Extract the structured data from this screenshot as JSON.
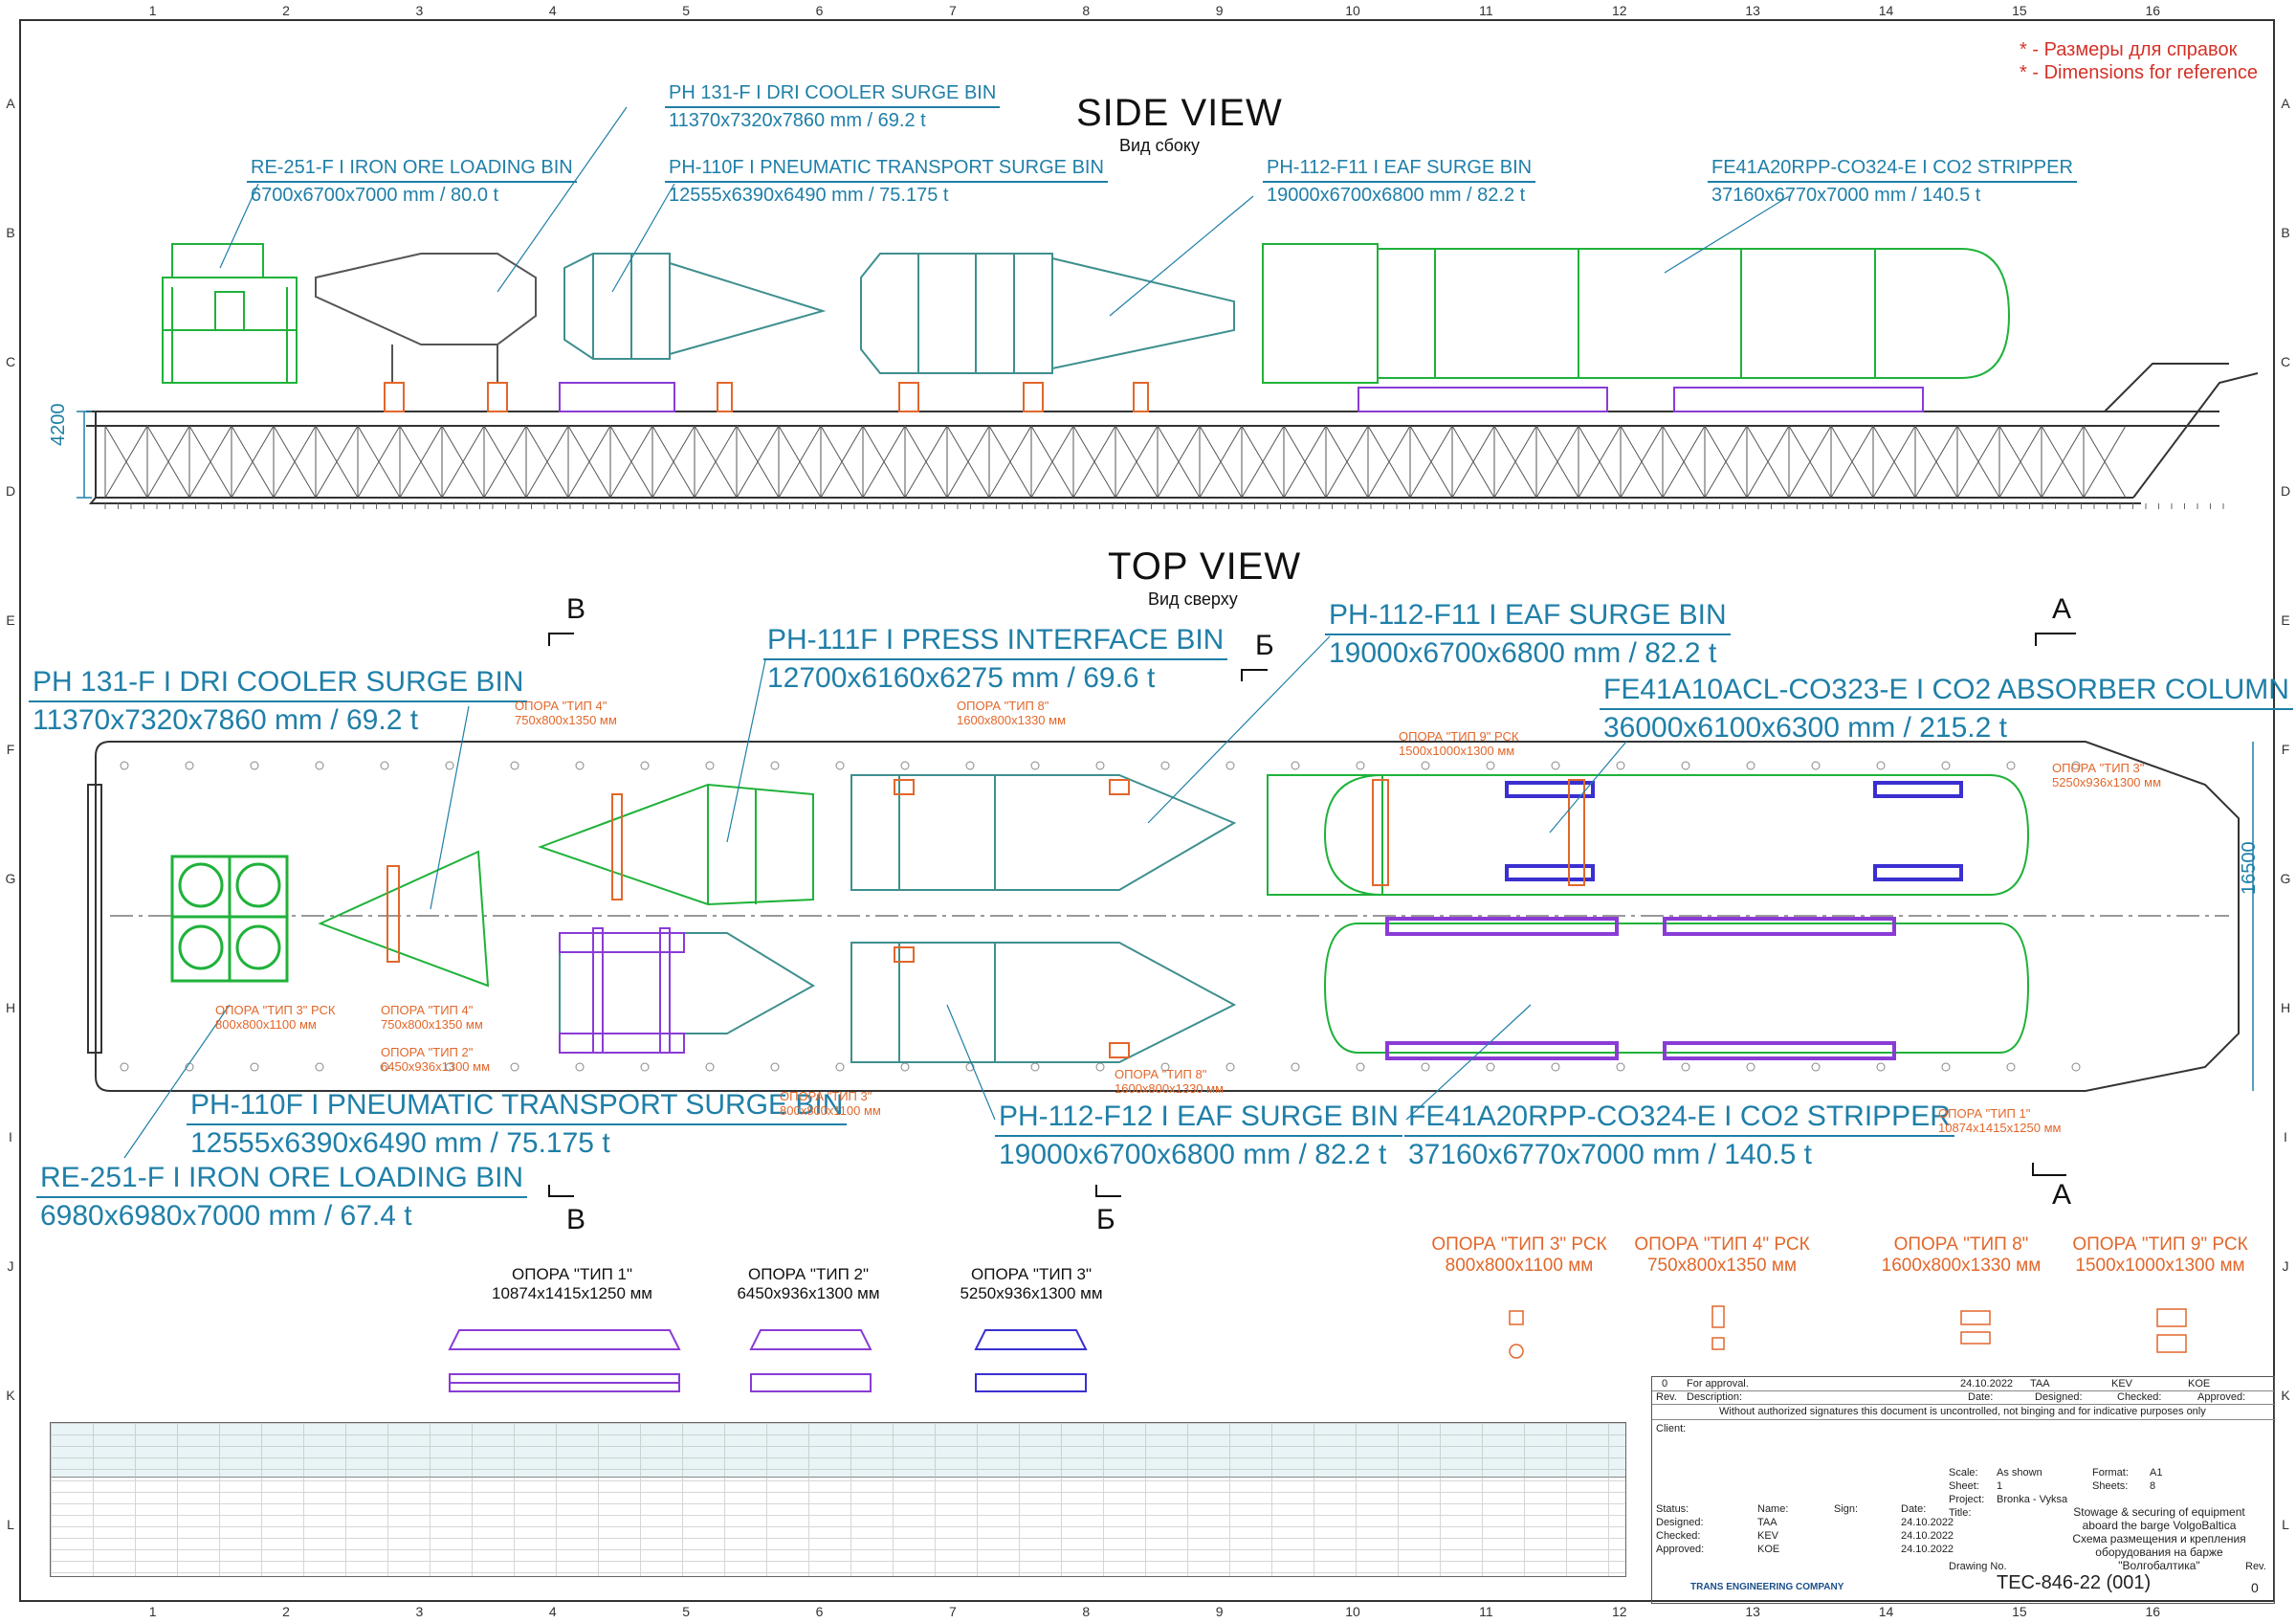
{
  "reference_note": {
    "ru": "* - Размеры для справок",
    "en": "* - Dimensions for reference"
  },
  "grid": {
    "columns": [
      "1",
      "2",
      "3",
      "4",
      "5",
      "6",
      "7",
      "8",
      "9",
      "10",
      "11",
      "12",
      "13",
      "14",
      "15",
      "16"
    ],
    "rows": [
      "A",
      "B",
      "C",
      "D",
      "E",
      "F",
      "G",
      "H",
      "I",
      "J",
      "K",
      "L"
    ]
  },
  "side_view": {
    "title": "SIDE VIEW",
    "subtitle": "Вид сбоку",
    "height_dim": "4200",
    "labels": [
      {
        "name": "PH 131-F I DRI COOLER SURGE BIN",
        "dims": "11370x7320x7860 mm / 69.2 t"
      },
      {
        "name": "RE-251-F I IRON ORE LOADING BIN",
        "dims": "6700x6700x7000 mm / 80.0 t"
      },
      {
        "name": "PH-110F I PNEUMATIC TRANSPORT SURGE BIN",
        "dims": "12555x6390x6490 mm / 75.175 t"
      },
      {
        "name": "PH-112-F11 I EAF SURGE BIN",
        "dims": "19000x6700x6800 mm / 82.2 t"
      },
      {
        "name": "FE41A20RPP-CO324-E I CO2 STRIPPER",
        "dims": "37160x6770x7000 mm / 140.5 t"
      }
    ]
  },
  "top_view": {
    "title": "TOP VIEW",
    "subtitle": "Вид сверху",
    "width_dim": "16500",
    "labels": [
      {
        "name": "PH 131-F I DRI COOLER SURGE BIN",
        "dims": "11370x7320x7860 mm / 69.2 t"
      },
      {
        "name": "PH-111F I PRESS INTERFACE BIN",
        "dims": "12700x6160x6275 mm / 69.6 t"
      },
      {
        "name": "PH-112-F11 I EAF SURGE BIN",
        "dims": "19000x6700x6800 mm / 82.2 t"
      },
      {
        "name": "FE41A10ACL-CO323-E I CO2 ABSORBER COLUMN",
        "dims": "36000x6100x6300 mm / 215.2 t"
      },
      {
        "name": "PH-110F I PNEUMATIC TRANSPORT SURGE BIN",
        "dims": "12555x6390x6490 mm / 75.175 t"
      },
      {
        "name": "RE-251-F I IRON ORE LOADING BIN",
        "dims": "6980x6980x7000 mm / 67.4 t"
      },
      {
        "name": "PH-112-F12 I EAF SURGE BIN",
        "dims": "19000x6700x6800 mm / 82.2 t"
      },
      {
        "name": "FE41A20RPP-CO324-E I CO2 STRIPPER",
        "dims": "37160x6770x7000 mm / 140.5 t"
      }
    ],
    "supports": [
      {
        "t": "ОПОРА \"ТИП 4\"",
        "d": "750x800x1350 мм"
      },
      {
        "t": "ОПОРА \"ТИП 8\"",
        "d": "1600x800x1330 мм"
      },
      {
        "t": "ОПОРА \"ТИП 9\" РСК",
        "d": "1500x1000x1300 мм"
      },
      {
        "t": "ОПОРА \"ТИП 3\"",
        "d": "5250x936x1300 мм"
      },
      {
        "t": "ОПОРА \"ТИП 3\" РСК",
        "d": "800x800x1100 мм"
      },
      {
        "t": "ОПОРА \"ТИП 4\"",
        "d": "750x800x1350 мм"
      },
      {
        "t": "ОПОРА \"ТИП 2\"",
        "d": "6450x936x1300 мм"
      },
      {
        "t": "ОПОРА \"ТИП 3\"",
        "d": "800x800x1100 мм"
      },
      {
        "t": "ОПОРА \"ТИП 8\"",
        "d": "1600x800x1330 мм"
      },
      {
        "t": "ОПОРА \"ТИП 1\"",
        "d": "10874x1415x1250 мм"
      }
    ],
    "section_marks": [
      "В",
      "Б",
      "A",
      "В",
      "Б",
      "A"
    ]
  },
  "support_legend_black": [
    {
      "t": "ОПОРА \"ТИП 1\"",
      "d": "10874x1415x1250 мм"
    },
    {
      "t": "ОПОРА \"ТИП 2\"",
      "d": "6450x936x1300 мм"
    },
    {
      "t": "ОПОРА \"ТИП 3\"",
      "d": "5250x936x1300 мм"
    }
  ],
  "support_legend_orange": [
    {
      "t": "ОПОРА \"ТИП 3\" РСК",
      "d": "800x800x1100 мм"
    },
    {
      "t": "ОПОРА \"ТИП 4\" РСК",
      "d": "750x800x1350 мм"
    },
    {
      "t": "ОПОРА \"ТИП 8\"",
      "d": "1600x800x1330 мм"
    },
    {
      "t": "ОПОРА \"ТИП 9\" РСК",
      "d": "1500x1000x1300 мм"
    }
  ],
  "title_block": {
    "rev_row": {
      "rev": "0",
      "desc": "For approval.",
      "date": "24.10.2022",
      "drawn": "TAA",
      "checked": "KEV",
      "approved": "KOE"
    },
    "rev_headers": [
      "Rev.",
      "Description:",
      "Date:",
      "Designed:",
      "Checked:",
      "Approved:"
    ],
    "notice": "Without authorized signatures this document is uncontrolled, not binging and for indicative purposes only",
    "client_label": "Client:",
    "scale_label": "Scale:",
    "scale": "As shown",
    "format_label": "Format:",
    "format": "A1",
    "sheet_label": "Sheet:",
    "sheet": "1",
    "sheets_label": "Sheets:",
    "sheets": "8",
    "project_label": "Project:",
    "project": "Bronka - Vyksa",
    "title_label": "Title:",
    "title_en": "Stowage & securing of equipment aboard the barge VolgoBaltica",
    "title_ru": "Схема размещения и крепления оборудования на барже \"Волгобалтика\"",
    "status_headers": [
      "Status:",
      "Name:",
      "Sign:",
      "Date:"
    ],
    "status_rows": [
      {
        "status": "Designed:",
        "name": "TAA",
        "date": "24.10.2022"
      },
      {
        "status": "Checked:",
        "name": "KEV",
        "date": "24.10.2022"
      },
      {
        "status": "Approved:",
        "name": "KOE",
        "date": "24.10.2022"
      }
    ],
    "company": "TRANS ENGINEERING COMPANY",
    "drawing_no_label": "Drawing No.",
    "drawing_no": "TEC-846-22 (001)",
    "rev_label": "Rev.",
    "rev_value": "0"
  },
  "colors": {
    "lines": "#333333",
    "labels": "#1f7fa8",
    "equipment_green": "#1fb23a",
    "equipment_teal": "#3f8f8f",
    "support_orange": "#e2672a",
    "support_purple": "#8a3bd6",
    "support_blue": "#3a2fd0",
    "reference_red": "#d43127"
  }
}
